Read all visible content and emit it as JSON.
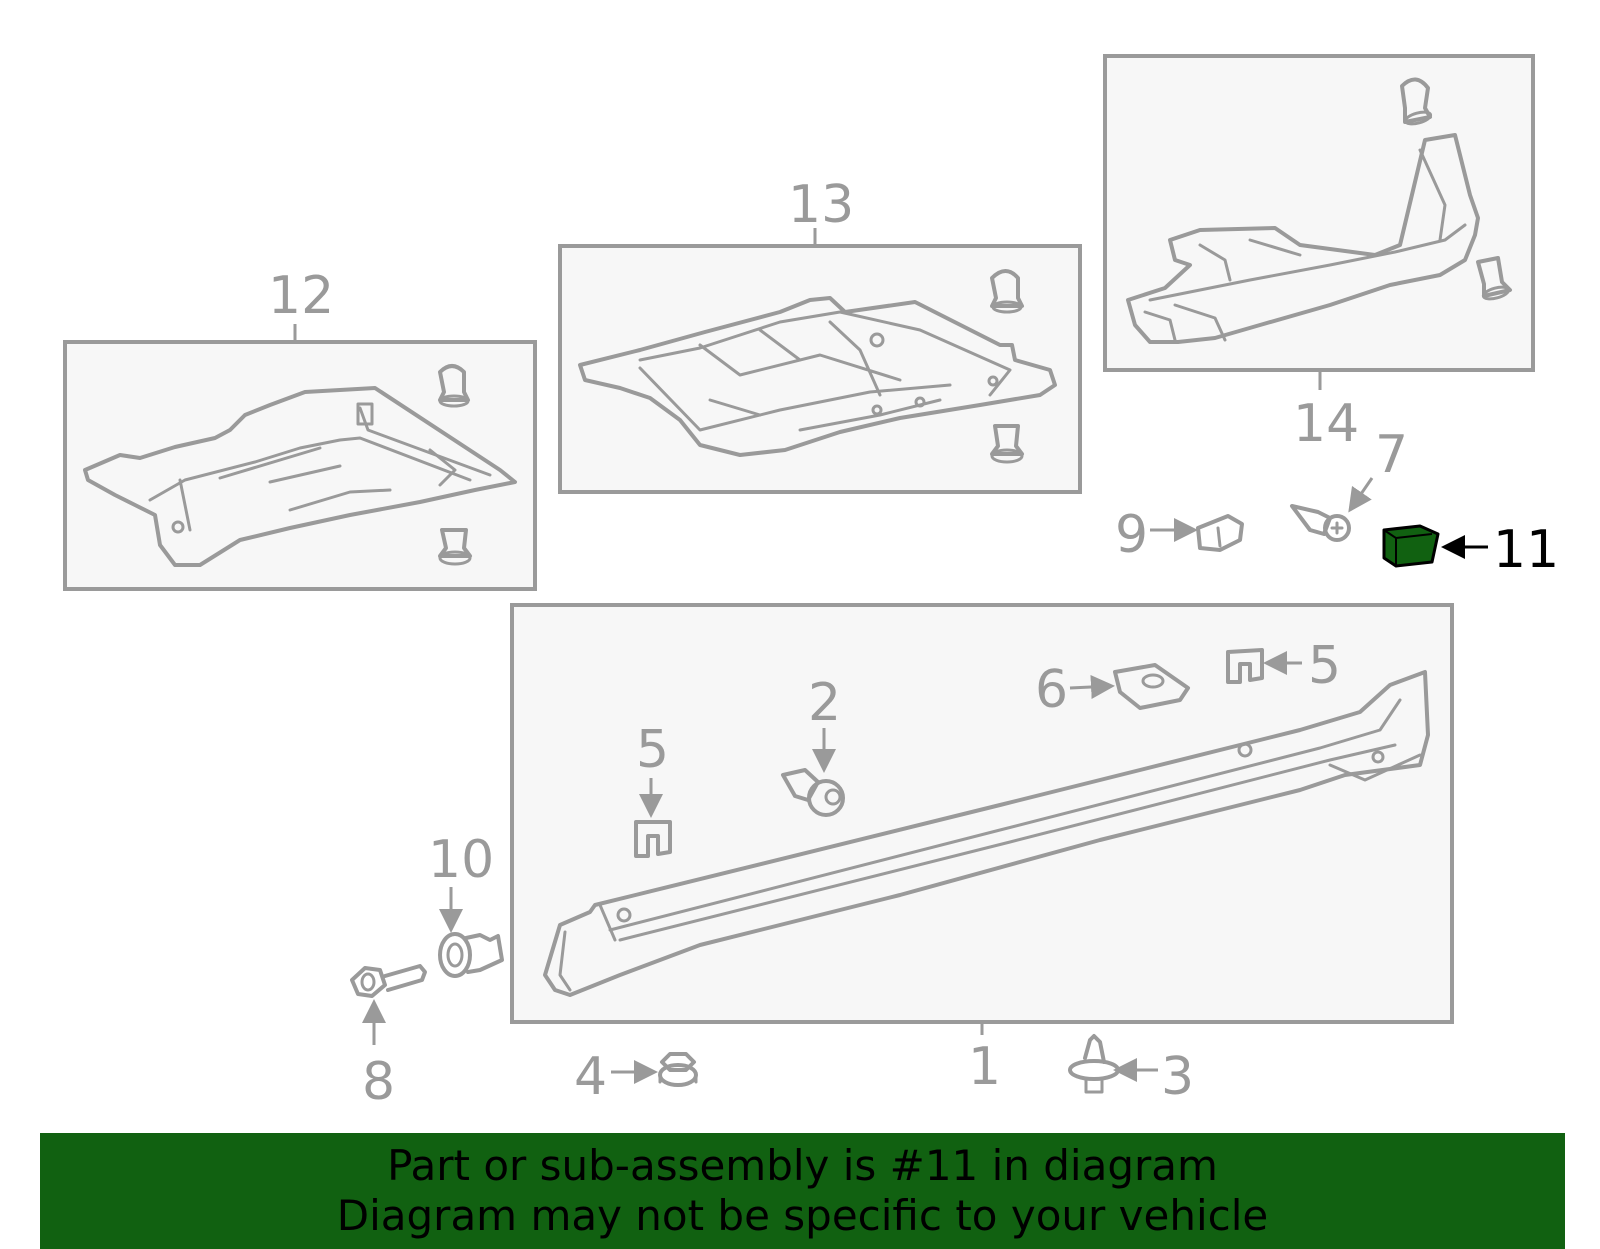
{
  "callouts": {
    "c1": "1",
    "c2": "2",
    "c3": "3",
    "c4": "4",
    "c5a": "5",
    "c5b": "5",
    "c6": "6",
    "c7": "7",
    "c8": "8",
    "c9": "9",
    "c10": "10",
    "c11": "11",
    "c12": "12",
    "c13": "13",
    "c14": "14"
  },
  "highlight": {
    "part": "11",
    "color": "#116111"
  },
  "banner": {
    "line1": "Part or sub-assembly is #11 in diagram",
    "line2": "Diagram may not be specific to your vehicle"
  }
}
